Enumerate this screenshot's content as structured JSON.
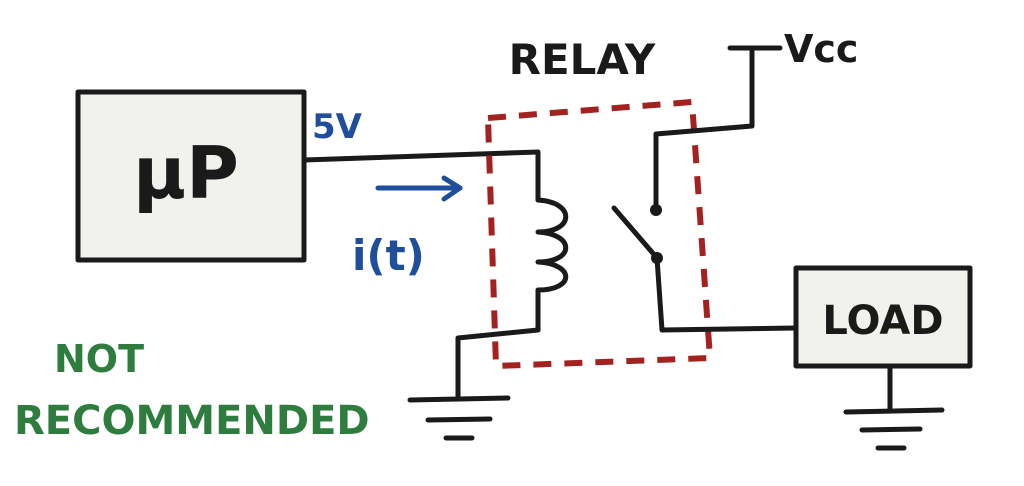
{
  "labels": {
    "processor": "μP",
    "relay": "RELAY",
    "vcc": "Vcc",
    "load": "LOAD",
    "voltage": "5V",
    "current": "i(t)",
    "warning_line1": "NOT",
    "warning_line2": "RECOMMENDED"
  },
  "colors": {
    "ink": "#1a1a1a",
    "box_fill": "#f1f1ee",
    "relay_dash": "#a3211e",
    "annotation_blue": "#1f4f9c",
    "warning_green": "#2e7d3e"
  }
}
